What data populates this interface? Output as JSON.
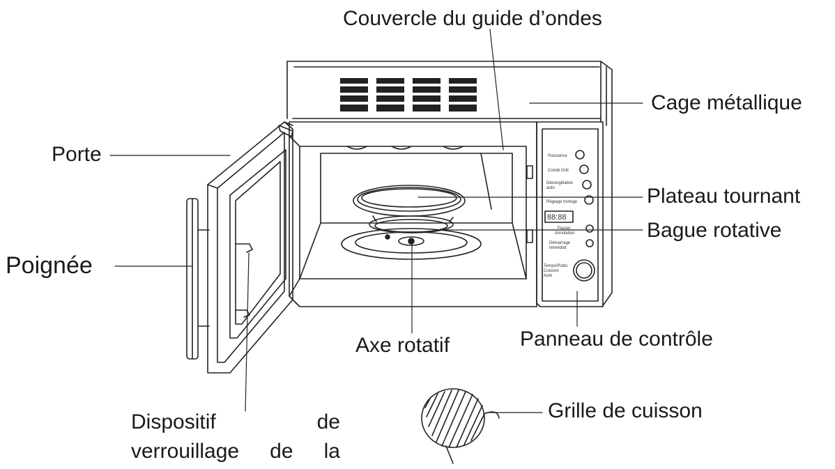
{
  "labels": {
    "waveguide_cover": "Couvercle du guide d’ondes",
    "metal_cage": "Cage métallique",
    "door": "Porte",
    "turntable": "Plateau tournant",
    "roller_ring": "Bague rotative",
    "handle": "Poignée",
    "shaft": "Axe rotatif",
    "control_panel": "Panneau de contrôle",
    "lock_word1": "Dispositif",
    "lock_word2": "de",
    "lock_line2_word1": "verrouillage",
    "lock_line2_word2": "de",
    "lock_line2_word3": "la",
    "grill_rack": "Grille de cuisson"
  },
  "panel": {
    "btn1": "Puissance",
    "btn2": "Combi Grill",
    "btn3": "Décongélation",
    "btn3_sub": "auto",
    "btn4": "Réglage horloge",
    "display": "88:88",
    "btn5": "Pause/",
    "btn5_sub": "Annulation",
    "btn6": "Démarrage",
    "btn6_sub": "immédiat",
    "dial1": "Temps/Poids",
    "dial2": "Cuisson",
    "dial3": "Auto"
  }
}
